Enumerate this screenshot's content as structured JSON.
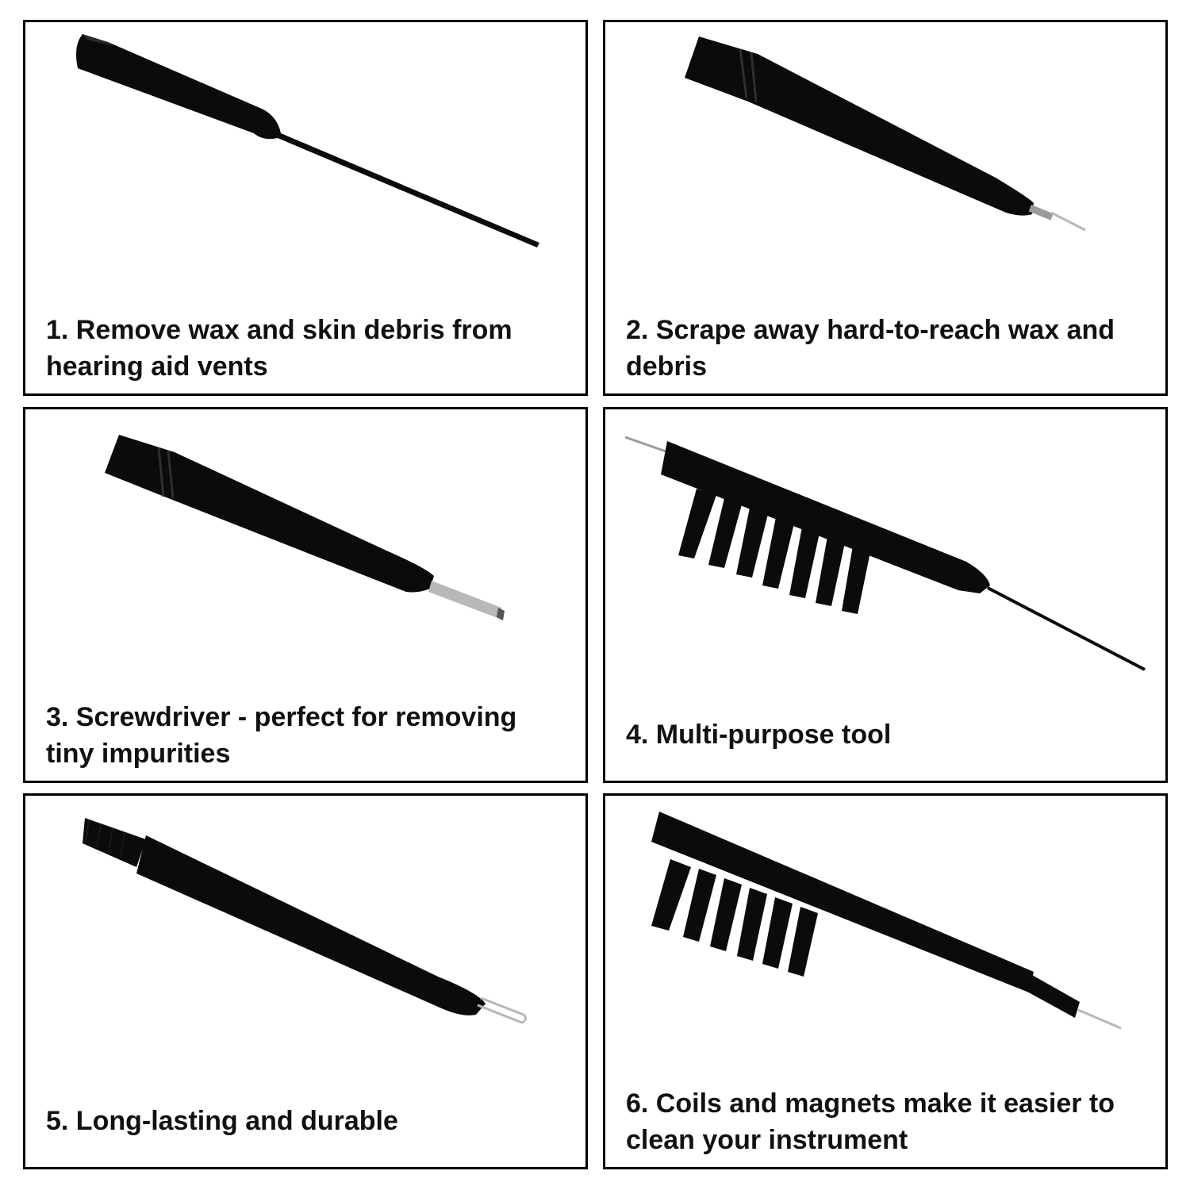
{
  "panels": [
    {
      "caption": "1. Remove wax and skin debris from hearing aid vents",
      "tool_icon": "wax-pick-icon"
    },
    {
      "caption": "2. Scrape away hard-to-reach wax and debris",
      "tool_icon": "wax-scraper-icon"
    },
    {
      "caption": "3. Screwdriver - perfect for removing tiny impurities",
      "tool_icon": "screwdriver-icon"
    },
    {
      "caption": "4. Multi-purpose tool",
      "tool_icon": "multi-purpose-brush-icon"
    },
    {
      "caption": "5. Long-lasting and durable",
      "tool_icon": "brush-loop-icon"
    },
    {
      "caption": "6. Coils and magnets make it easier to clean your instrument",
      "tool_icon": "brush-magnet-icon"
    }
  ],
  "colors": {
    "tool": "#0b0b0b",
    "metal": "#b8b8b8",
    "border": "#000000",
    "text": "#111111"
  }
}
